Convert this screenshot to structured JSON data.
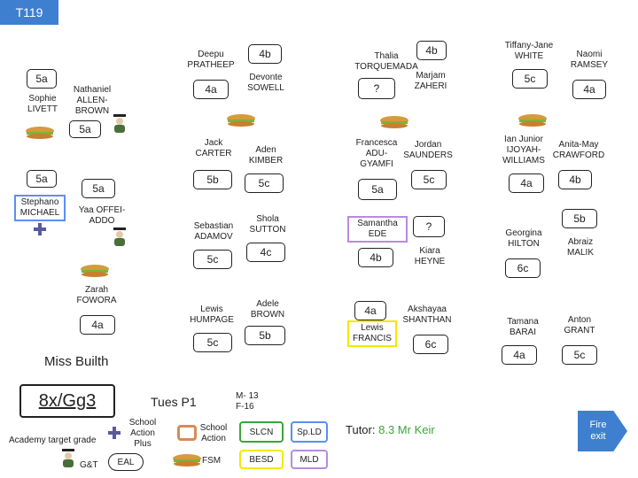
{
  "title_tab": "T119",
  "colors": {
    "accent": "#3f7fd0",
    "highlight_blue": "#5b8ff0",
    "highlight_yellow": "#f5e700",
    "purple": "#b88ae0",
    "green": "#3aa53a",
    "orange": "#d98a57",
    "white": "#ffffff"
  },
  "icons": {
    "sandwich": "sandwich-icon",
    "person": "graduate-icon",
    "plus": "plus-icon"
  },
  "students": {
    "sophie": {
      "name": "Sophie\nLIVETT",
      "grade": "5a"
    },
    "nathaniel": {
      "name": "Nathaniel\nALLEN-\nBROWN",
      "grade": "5a"
    },
    "stephano": {
      "name": "Stephano\nMICHAEL",
      "grade": "5a"
    },
    "yaa": {
      "name": "Yaa OFFEI-\nADDO",
      "grade": "5a"
    },
    "zarah": {
      "name": "Zarah\nFOWORA",
      "grade": "4a"
    },
    "deepu": {
      "name": "Deepu\nPRATHEEP",
      "grade": "4a"
    },
    "devonte": {
      "name": "Devonte\nSOWELL",
      "grade": "4b"
    },
    "jack": {
      "name": "Jack\nCARTER",
      "grade": "5b"
    },
    "aden": {
      "name": "Aden\nKIMBER",
      "grade": "5c"
    },
    "sebastian": {
      "name": "Sebastian\nADAMOV",
      "grade": "5c"
    },
    "shola": {
      "name": "Shola\nSUTTON",
      "grade": "4c"
    },
    "lewis_h": {
      "name": "Lewis\nHUMPAGE",
      "grade": "5c"
    },
    "adele": {
      "name": "Adele\nBROWN",
      "grade": "5b"
    },
    "thalia": {
      "name": "Thalia\nTORQUEMADA",
      "grade": "4b"
    },
    "marjam": {
      "name": "Marjam\nZAHERI",
      "grade": "?"
    },
    "francesca": {
      "name": "Francesca\nADU-\nGYAMFI",
      "grade": "5a"
    },
    "jordan": {
      "name": "Jordan\nSAUNDERS",
      "grade": "5c"
    },
    "samantha": {
      "name": "Samantha\nEDE",
      "grade": "4b"
    },
    "kiara": {
      "name": "Kiara\nHEYNE",
      "grade": "?"
    },
    "lewis_f": {
      "name": "Lewis\nFRANCIS",
      "grade": "4a"
    },
    "akshayaa": {
      "name": "Akshayaa\nSHANTHAN",
      "grade": "6c"
    },
    "tiffany": {
      "name": "Tiffany-Jane\nWHITE",
      "grade": "5c"
    },
    "naomi": {
      "name": "Naomi\nRAMSEY",
      "grade": "4a"
    },
    "ian": {
      "name": "Ian Junior\nIJOYAH-\nWILLIAMS",
      "grade": "4a"
    },
    "anita": {
      "name": "Anita-May\nCRAWFORD",
      "grade": "4b"
    },
    "georgina": {
      "name": "Georgina\nHILTON",
      "grade": "6c"
    },
    "abraiz": {
      "name": "Abraiz\nMALIK",
      "grade": "5b"
    },
    "tamana": {
      "name": "Tamana\nBARAI",
      "grade": "4a"
    },
    "anton": {
      "name": "Anton\nGRANT",
      "grade": "5c"
    }
  },
  "teacher": "Miss Builth",
  "class_code": "8x/Gg3",
  "lesson": "Tues P1",
  "stats": "M- 13\nF-16",
  "legend": {
    "academy_target": "Academy target grade",
    "school_action_plus": "School\nAction\nPlus",
    "school_action": "School\nAction",
    "slcn": "SLCN",
    "spld": "Sp.LD",
    "gt": "G&T",
    "eal": "EAL",
    "fsm": "FSM",
    "besd": "BESD",
    "mld": "MLD"
  },
  "tutor": {
    "label": "Tutor:",
    "value": "8.3 Mr Keir"
  },
  "fire_exit": "Fire\nexit"
}
